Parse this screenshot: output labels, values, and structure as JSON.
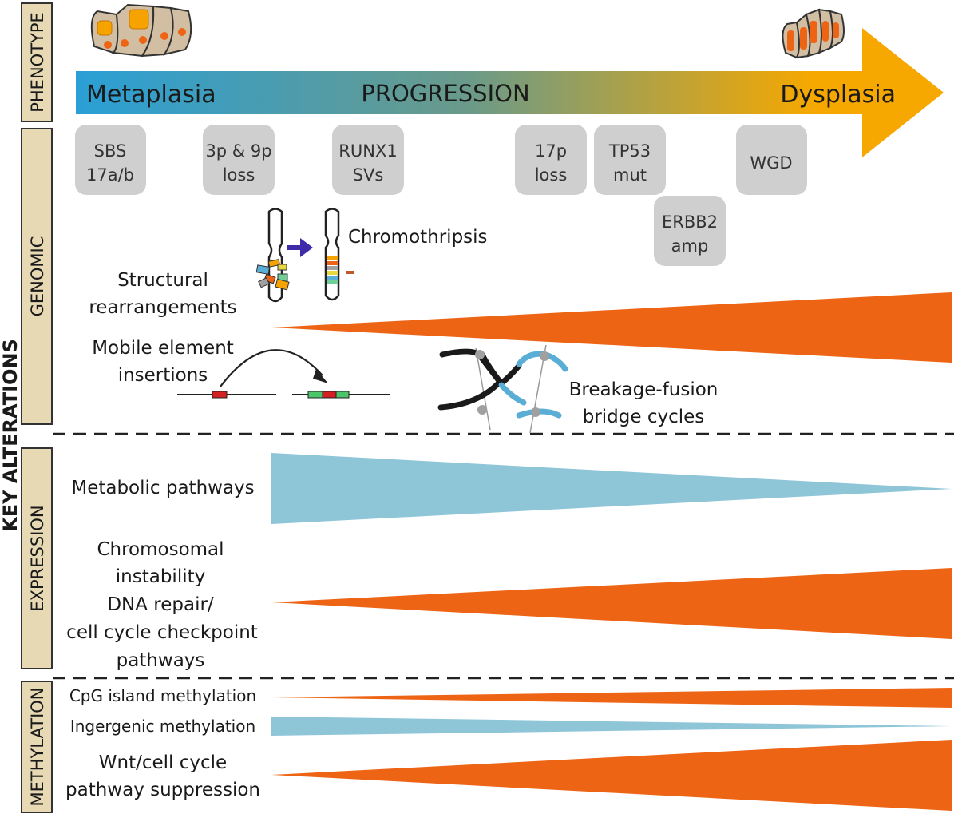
{
  "colors": {
    "orange": "#ee6415",
    "blue": "#8ec6d8",
    "sidebar": "#e8d9b5",
    "badge": "#cfcfcf",
    "arrow_start": "#2a9fd6",
    "arrow_mid": "#6a9a8a",
    "arrow_end": "#f6a800",
    "chromothripsis_arrow": "#3f2aa8"
  },
  "sidebar": {
    "phenotype": "PHENOTYPE",
    "genomic": "GENOMIC",
    "expression": "EXPRESSION",
    "methylation": "METHYLATION",
    "key_alterations": "KEY ALTERATIONS"
  },
  "arrow": {
    "start": "Metaplasia",
    "middle": "PROGRESSION",
    "end": "Dysplasia"
  },
  "badges": [
    {
      "line1": "SBS",
      "line2": "17a/b"
    },
    {
      "line1": "3p & 9p",
      "line2": "loss"
    },
    {
      "line1": "RUNX1",
      "line2": "SVs"
    },
    {
      "line1": "17p",
      "line2": "loss"
    },
    {
      "line1": "TP53",
      "line2": "mut"
    },
    {
      "line1": "ERBB2",
      "line2": "amp"
    },
    {
      "line1": "WGD",
      "line2": ""
    }
  ],
  "genomic": {
    "chromothripsis": "Chromothripsis",
    "structural_line1": "Structural",
    "structural_line2": "rearrangements",
    "mobile_line1": "Mobile element",
    "mobile_line2": "insertions",
    "bfb_line1": "Breakage-fusion",
    "bfb_line2": "bridge cycles"
  },
  "expression": {
    "metabolic": "Metabolic pathways",
    "cin_line1": "Chromosomal",
    "cin_line2": "instability",
    "cin_line3": "DNA repair/",
    "cin_line4": "cell cycle checkpoint",
    "cin_line5": "pathways"
  },
  "methylation": {
    "cpg": "CpG island methylation",
    "intergenic": "Ingergenic methylation",
    "wnt_line1": "Wnt/cell cycle",
    "wnt_line2": "pathway suppression"
  }
}
